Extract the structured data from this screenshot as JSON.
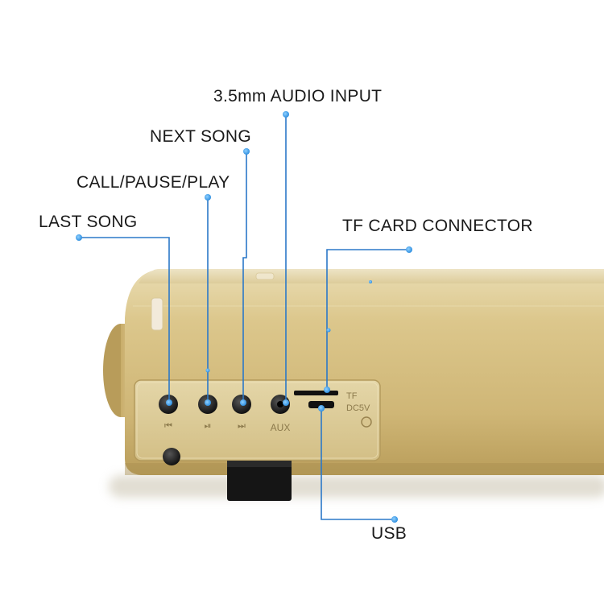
{
  "labels": {
    "audio_input": "3.5mm AUDIO INPUT",
    "next_song": "NEXT SONG",
    "call_pause_play": "CALL/PAUSE/PLAY",
    "last_song": "LAST SONG",
    "tf_card": "TF CARD CONNECTOR",
    "usb": "USB"
  },
  "panel_marks": {
    "aux": "AUX",
    "tf": "TF",
    "dc5v": "DC5V"
  },
  "colors": {
    "speaker_gold": "#d7c080",
    "callout_blue": "#2b78c8",
    "callout_dot": "#3d9be8"
  }
}
